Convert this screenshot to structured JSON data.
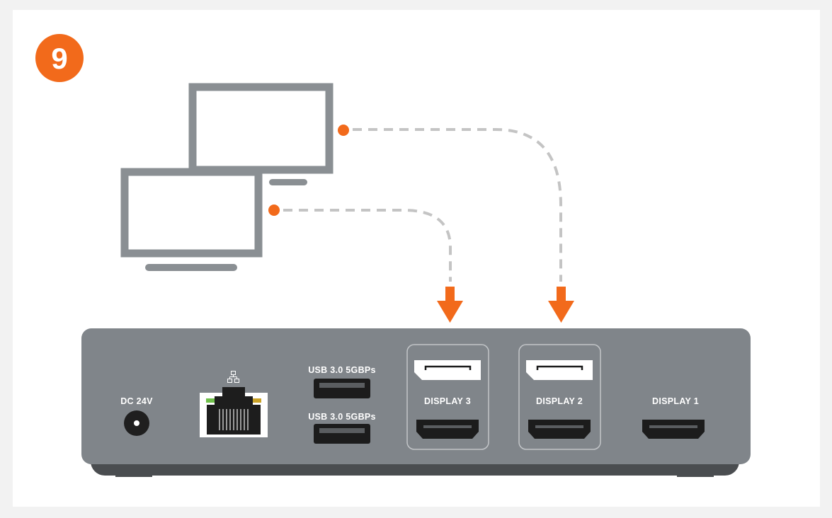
{
  "step": {
    "number": "9"
  },
  "dock": {
    "power_label": "DC 24V",
    "usb_top_label": "USB 3.0 5GBPs",
    "usb_bottom_label": "USB 3.0 5GBPs",
    "display3_label": "DISPLAY 3",
    "display2_label": "DISPLAY 2",
    "display1_label": "DISPLAY 1"
  },
  "colors": {
    "accent": "#f26a1b",
    "monitor": "#8a8f93",
    "dock_body": "#80858a",
    "dock_base": "#4a4d50",
    "cable": "#c4c4c4"
  }
}
